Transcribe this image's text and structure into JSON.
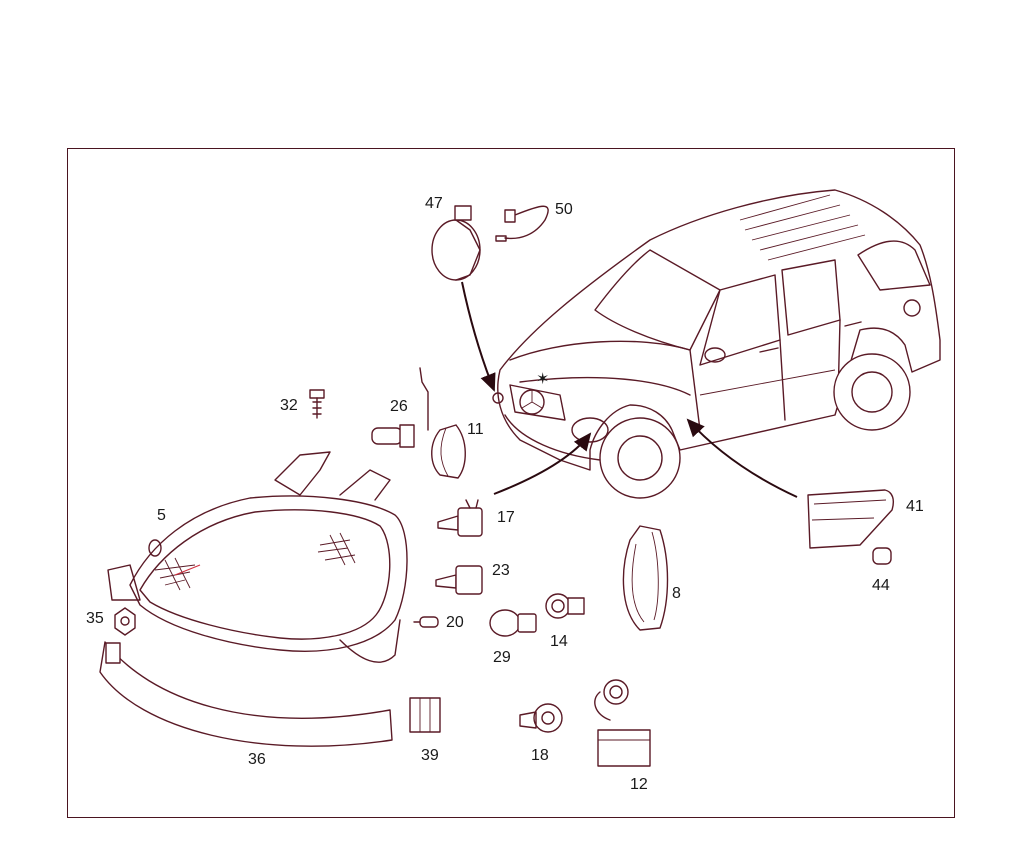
{
  "colors": {
    "line": "#5a1a26",
    "frame": "#4a1420",
    "label": "#1a1a1a",
    "background": "#ffffff"
  },
  "callouts": [
    "47",
    "50",
    "32",
    "26",
    "11",
    "17",
    "23",
    "20",
    "29",
    "14",
    "8",
    "41",
    "44",
    "5",
    "35",
    "36",
    "39",
    "18",
    "12"
  ]
}
